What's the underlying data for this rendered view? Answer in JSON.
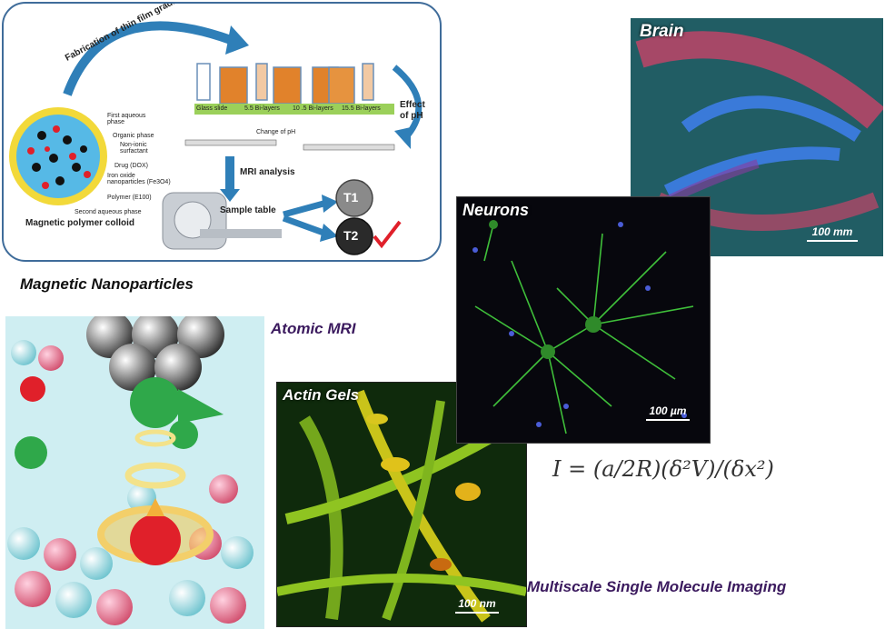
{
  "nanoparticle_panel": {
    "fabrication_label": "Fabrication of thin film gradients",
    "strip_labels": [
      "Glass slide",
      "5.5 Bi-layers",
      "10 .5 Bi-layers",
      "15.5 Bi-layers"
    ],
    "effect_label_1": "Effect",
    "effect_label_2": "of pH",
    "ph_change_label": "Change of pH",
    "mri_label": "MRI analysis",
    "sample_table_label": "Sample table",
    "t1_label": "T1",
    "t2_label": "T2",
    "colloid_title": "Magnetic polymer colloid",
    "legend": [
      "First aqueous phase",
      "Organic phase",
      "Non-ionic surfactant",
      "Drug (DOX)",
      "Iron oxide nanoparticles (Fe3O4)",
      "Polymer (E100)",
      "Second aqueous phase"
    ]
  },
  "captions": {
    "magnetic": "Magnetic Nanoparticles",
    "atomic": "Atomic MRI",
    "multiscale": "Multiscale Single Molecule Imaging"
  },
  "panels": {
    "brain": {
      "label": "Brain",
      "scale": "100 mm"
    },
    "neurons": {
      "label": "Neurons",
      "scale": "100 µm"
    },
    "actin": {
      "label": "Actin Gels",
      "scale": "100 nm"
    }
  },
  "equation": "I = (a/2R)(δ²V)/(δx²)",
  "colors": {
    "accent_purple": "#3b1a5e",
    "panel_border": "#3f6c9a",
    "t2_check": "#e0202a"
  }
}
